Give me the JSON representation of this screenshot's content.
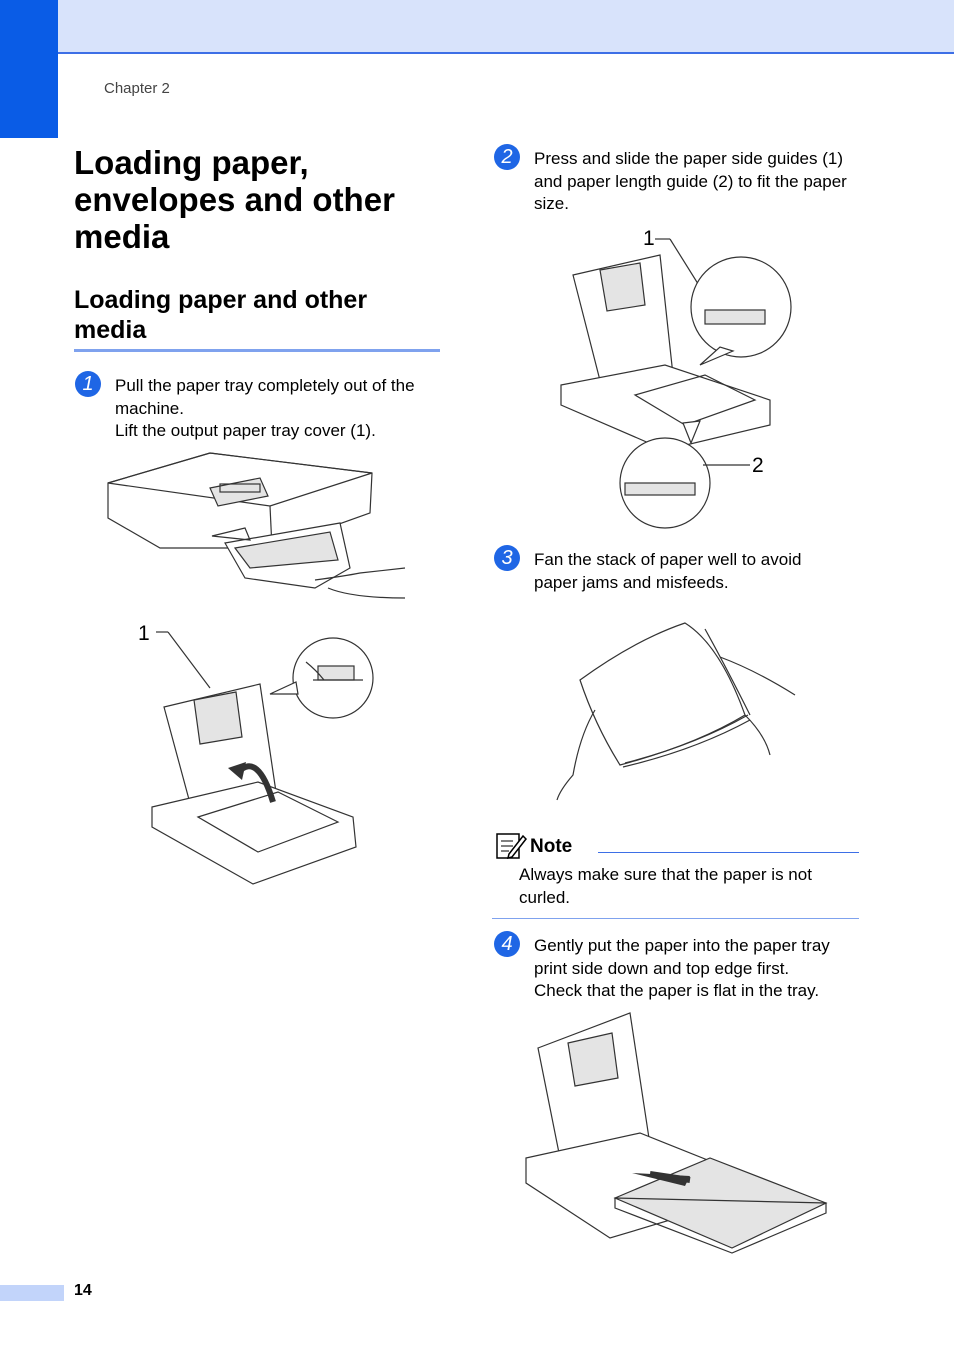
{
  "header": {
    "chapter": "Chapter 2"
  },
  "title": "Loading paper, envelopes and other media",
  "section_title": "Loading paper and other media",
  "steps": [
    {
      "num": "1",
      "lines": [
        "Pull the paper tray completely out of the machine.",
        "Lift the output paper tray cover (1)."
      ]
    },
    {
      "num": "2",
      "lines": [
        "Press and slide the paper side guides (1) and paper length guide (2) to fit the paper size."
      ]
    },
    {
      "num": "3",
      "lines": [
        "Fan the stack of paper well to avoid paper jams and misfeeds."
      ]
    },
    {
      "num": "4",
      "lines": [
        "Gently put the paper into the paper tray print side down and top edge first.",
        "Check that the paper is flat in the tray."
      ]
    }
  ],
  "note": {
    "title": "Note",
    "text": "Always make sure that the paper is not curled."
  },
  "callouts": {
    "fig1_cover": "1",
    "fig2_side_guide": "1",
    "fig2_length_guide": "2"
  },
  "footer": {
    "page_number": "14"
  },
  "colors": {
    "accent": "#0a5ce6",
    "band": "#d8e3fb",
    "rule": "#7fa2ee"
  }
}
